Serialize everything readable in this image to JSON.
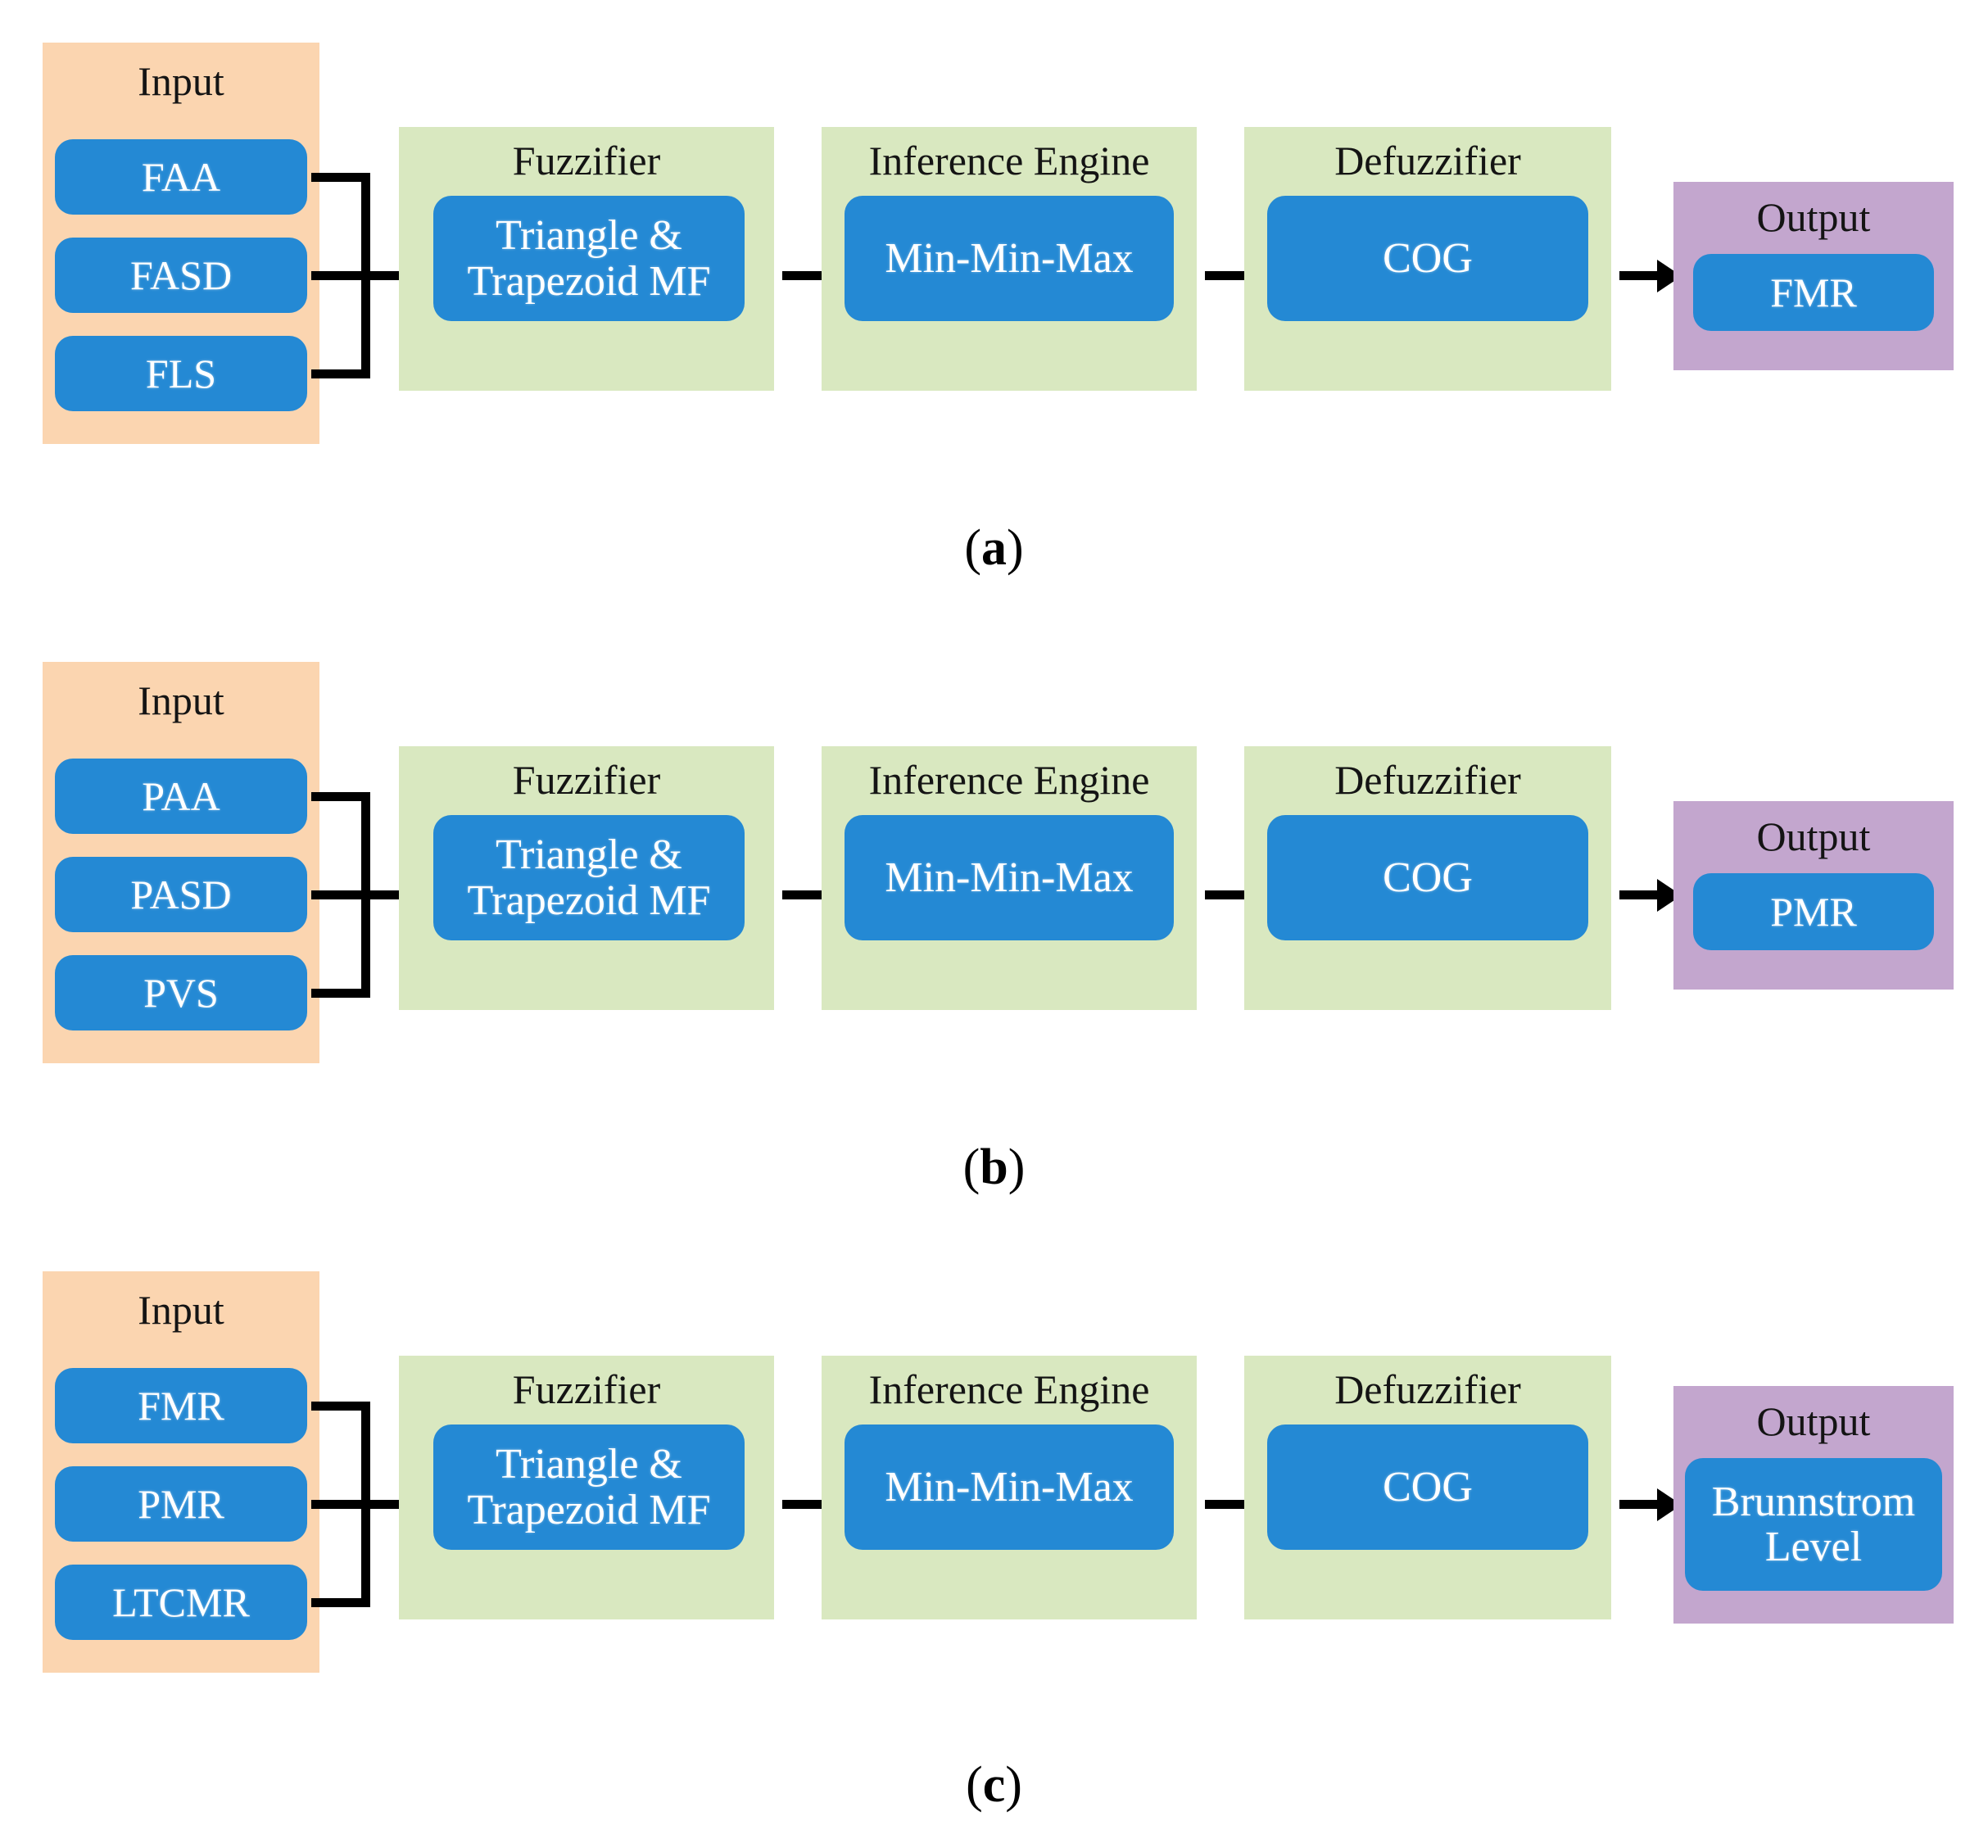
{
  "figure": {
    "colors": {
      "input_panel": "#fbd5b0",
      "stage_panel": "#d9e8c0",
      "output_panel": "#c3a6ce",
      "node": "#2489d4",
      "connector": "#000000",
      "background": "#ffffff"
    },
    "common": {
      "input_title": "Input",
      "output_title": "Output",
      "fuzzifier_title": "Fuzzifier",
      "inference_title": "Inference Engine",
      "defuzzifier_title": "Defuzzifier",
      "fuzzifier_node_line1": "Triangle &",
      "fuzzifier_node_line2": "Trapezoid MF",
      "inference_node": "Min-Min-Max",
      "defuzzifier_node": "COG"
    },
    "panels": [
      {
        "id": "a",
        "caption_open": "(",
        "caption_letter": "a",
        "caption_close": ")",
        "inputs": [
          "FAA",
          "FASD",
          "FLS"
        ],
        "output": "FMR",
        "output_lines": [
          "FMR"
        ]
      },
      {
        "id": "b",
        "caption_open": "(",
        "caption_letter": "b",
        "caption_close": ")",
        "inputs": [
          "PAA",
          "PASD",
          "PVS"
        ],
        "output": "PMR",
        "output_lines": [
          "PMR"
        ]
      },
      {
        "id": "c",
        "caption_open": "(",
        "caption_letter": "c",
        "caption_close": ")",
        "inputs": [
          "FMR",
          "PMR",
          "LTCMR"
        ],
        "output": "Brunnstrom Level",
        "output_lines": [
          "Brunnstrom",
          "Level"
        ]
      }
    ]
  }
}
